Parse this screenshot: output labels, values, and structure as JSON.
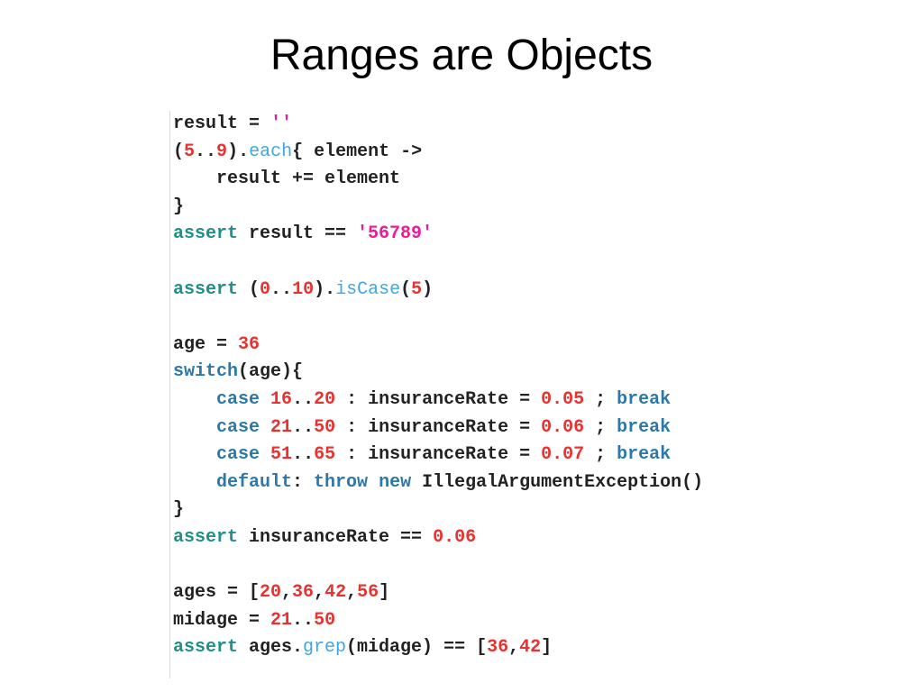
{
  "slide": {
    "title": "Ranges are Objects"
  },
  "colors": {
    "plain": "#222222",
    "keyword": "#1f8f88",
    "number": "#e8322f",
    "string": "#ee1a9a",
    "method": "#3fa7e0",
    "case_keyword": "#2c78a8"
  },
  "code": {
    "lines": [
      [
        {
          "t": "result = ",
          "c": "plain"
        },
        {
          "t": "''",
          "c": "string"
        }
      ],
      [
        {
          "t": "(",
          "c": "plain"
        },
        {
          "t": "5",
          "c": "number"
        },
        {
          "t": "..",
          "c": "plain"
        },
        {
          "t": "9",
          "c": "number"
        },
        {
          "t": ").",
          "c": "plain"
        },
        {
          "t": "each",
          "c": "method"
        },
        {
          "t": "{ element ->",
          "c": "plain"
        }
      ],
      [
        {
          "t": "    result += element",
          "c": "plain"
        }
      ],
      [
        {
          "t": "}",
          "c": "plain"
        }
      ],
      [
        {
          "t": "assert",
          "c": "keyword"
        },
        {
          "t": " result == ",
          "c": "plain"
        },
        {
          "t": "'56789'",
          "c": "string"
        }
      ],
      [],
      [
        {
          "t": "assert",
          "c": "keyword"
        },
        {
          "t": " (",
          "c": "plain"
        },
        {
          "t": "0",
          "c": "number"
        },
        {
          "t": "..",
          "c": "plain"
        },
        {
          "t": "10",
          "c": "number"
        },
        {
          "t": ").",
          "c": "plain"
        },
        {
          "t": "isCase",
          "c": "method"
        },
        {
          "t": "(",
          "c": "plain"
        },
        {
          "t": "5",
          "c": "number"
        },
        {
          "t": ")",
          "c": "plain"
        }
      ],
      [],
      [
        {
          "t": "age = ",
          "c": "plain"
        },
        {
          "t": "36",
          "c": "number"
        }
      ],
      [
        {
          "t": "switch",
          "c": "case"
        },
        {
          "t": "(age){",
          "c": "plain"
        }
      ],
      [
        {
          "t": "    ",
          "c": "plain"
        },
        {
          "t": "case",
          "c": "case"
        },
        {
          "t": " ",
          "c": "plain"
        },
        {
          "t": "16",
          "c": "number"
        },
        {
          "t": "..",
          "c": "plain"
        },
        {
          "t": "20",
          "c": "number"
        },
        {
          "t": " : insuranceRate = ",
          "c": "plain"
        },
        {
          "t": "0.05",
          "c": "number"
        },
        {
          "t": " ; ",
          "c": "plain"
        },
        {
          "t": "break",
          "c": "case"
        }
      ],
      [
        {
          "t": "    ",
          "c": "plain"
        },
        {
          "t": "case",
          "c": "case"
        },
        {
          "t": " ",
          "c": "plain"
        },
        {
          "t": "21",
          "c": "number"
        },
        {
          "t": "..",
          "c": "plain"
        },
        {
          "t": "50",
          "c": "number"
        },
        {
          "t": " : insuranceRate = ",
          "c": "plain"
        },
        {
          "t": "0.06",
          "c": "number"
        },
        {
          "t": " ; ",
          "c": "plain"
        },
        {
          "t": "break",
          "c": "case"
        }
      ],
      [
        {
          "t": "    ",
          "c": "plain"
        },
        {
          "t": "case",
          "c": "case"
        },
        {
          "t": " ",
          "c": "plain"
        },
        {
          "t": "51",
          "c": "number"
        },
        {
          "t": "..",
          "c": "plain"
        },
        {
          "t": "65",
          "c": "number"
        },
        {
          "t": " : insuranceRate = ",
          "c": "plain"
        },
        {
          "t": "0.07",
          "c": "number"
        },
        {
          "t": " ; ",
          "c": "plain"
        },
        {
          "t": "break",
          "c": "case"
        }
      ],
      [
        {
          "t": "    ",
          "c": "plain"
        },
        {
          "t": "default",
          "c": "case"
        },
        {
          "t": ": ",
          "c": "plain"
        },
        {
          "t": "throw",
          "c": "case"
        },
        {
          "t": " ",
          "c": "plain"
        },
        {
          "t": "new",
          "c": "case"
        },
        {
          "t": " IllegalArgumentException()",
          "c": "plain"
        }
      ],
      [
        {
          "t": "}",
          "c": "plain"
        }
      ],
      [
        {
          "t": "assert",
          "c": "keyword"
        },
        {
          "t": " insuranceRate == ",
          "c": "plain"
        },
        {
          "t": "0.06",
          "c": "number"
        }
      ],
      [],
      [
        {
          "t": "ages = [",
          "c": "plain"
        },
        {
          "t": "20",
          "c": "number"
        },
        {
          "t": ",",
          "c": "plain"
        },
        {
          "t": "36",
          "c": "number"
        },
        {
          "t": ",",
          "c": "plain"
        },
        {
          "t": "42",
          "c": "number"
        },
        {
          "t": ",",
          "c": "plain"
        },
        {
          "t": "56",
          "c": "number"
        },
        {
          "t": "]",
          "c": "plain"
        }
      ],
      [
        {
          "t": "midage = ",
          "c": "plain"
        },
        {
          "t": "21",
          "c": "number"
        },
        {
          "t": "..",
          "c": "plain"
        },
        {
          "t": "50",
          "c": "number"
        }
      ],
      [
        {
          "t": "assert",
          "c": "keyword"
        },
        {
          "t": " ages.",
          "c": "plain"
        },
        {
          "t": "grep",
          "c": "method"
        },
        {
          "t": "(midage) == [",
          "c": "plain"
        },
        {
          "t": "36",
          "c": "number"
        },
        {
          "t": ",",
          "c": "plain"
        },
        {
          "t": "42",
          "c": "number"
        },
        {
          "t": "]",
          "c": "plain"
        }
      ]
    ]
  }
}
